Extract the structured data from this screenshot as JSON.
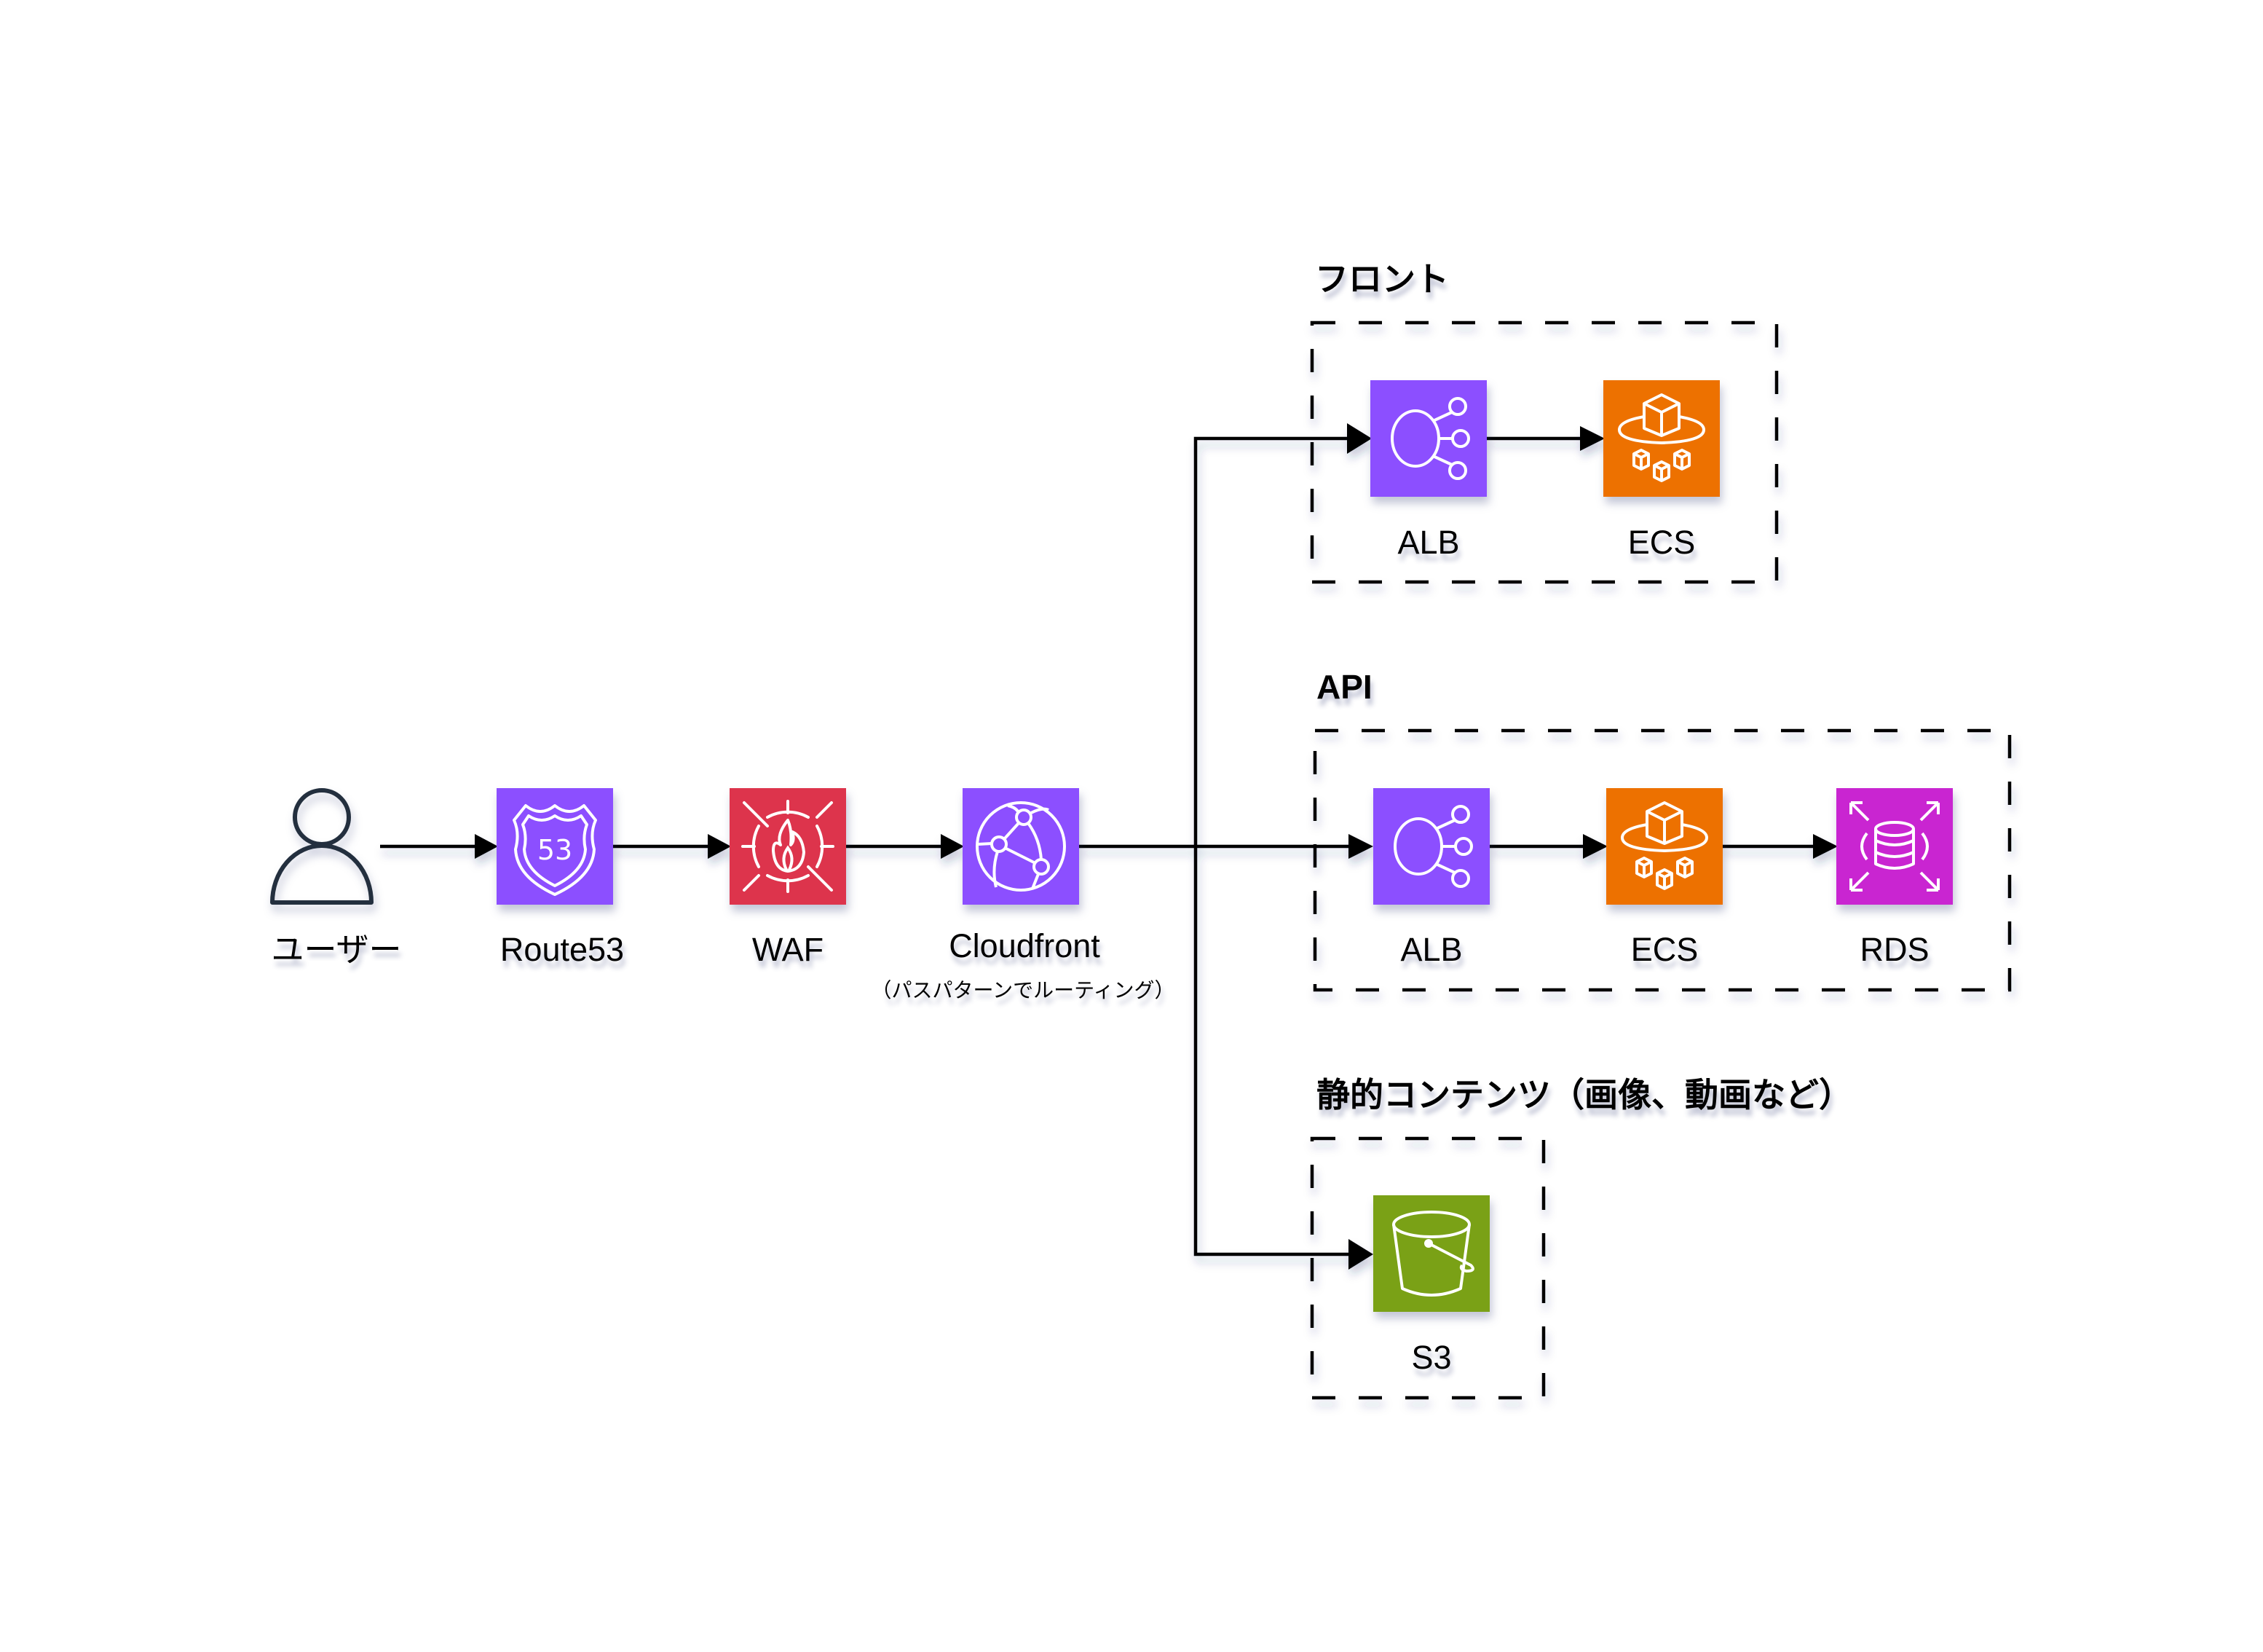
{
  "diagram": {
    "nodes": {
      "user": {
        "label": "ユーザー",
        "icon": "user-icon",
        "color": "#232F3E"
      },
      "route53": {
        "label": "Route53",
        "icon": "route53-shield-icon",
        "badge": "53",
        "color": "#8C4FFF"
      },
      "waf": {
        "label": "WAF",
        "icon": "waf-firewall-icon",
        "color": "#DD344C"
      },
      "cloudfront": {
        "label": "Cloudfront",
        "sublabel": "（パスパターンでルーティング）",
        "icon": "cloudfront-globe-icon",
        "color": "#8C4FFF"
      },
      "front_alb": {
        "label": "ALB",
        "icon": "alb-icon",
        "color": "#8C4FFF"
      },
      "front_ecs": {
        "label": "ECS",
        "icon": "ecs-icon",
        "color": "#ED7100"
      },
      "api_alb": {
        "label": "ALB",
        "icon": "alb-icon",
        "color": "#8C4FFF"
      },
      "api_ecs": {
        "label": "ECS",
        "icon": "ecs-icon",
        "color": "#ED7100"
      },
      "api_rds": {
        "label": "RDS",
        "icon": "rds-icon",
        "color": "#C925D1"
      },
      "s3": {
        "label": "S3",
        "icon": "s3-bucket-icon",
        "color": "#7AA116"
      }
    },
    "groups": {
      "front": {
        "title": "フロント",
        "members": [
          "front_alb",
          "front_ecs"
        ]
      },
      "api": {
        "title": "API",
        "members": [
          "api_alb",
          "api_ecs",
          "api_rds"
        ]
      },
      "static": {
        "title": "静的コンテンツ（画像、動画など）",
        "members": [
          "s3"
        ]
      }
    },
    "edges": [
      {
        "from": "user",
        "to": "route53"
      },
      {
        "from": "route53",
        "to": "waf"
      },
      {
        "from": "waf",
        "to": "cloudfront"
      },
      {
        "from": "cloudfront",
        "to": "front_alb"
      },
      {
        "from": "cloudfront",
        "to": "api_alb"
      },
      {
        "from": "cloudfront",
        "to": "s3"
      },
      {
        "from": "front_alb",
        "to": "front_ecs"
      },
      {
        "from": "api_alb",
        "to": "api_ecs"
      },
      {
        "from": "api_ecs",
        "to": "api_rds"
      }
    ],
    "line_color": "#000000"
  }
}
